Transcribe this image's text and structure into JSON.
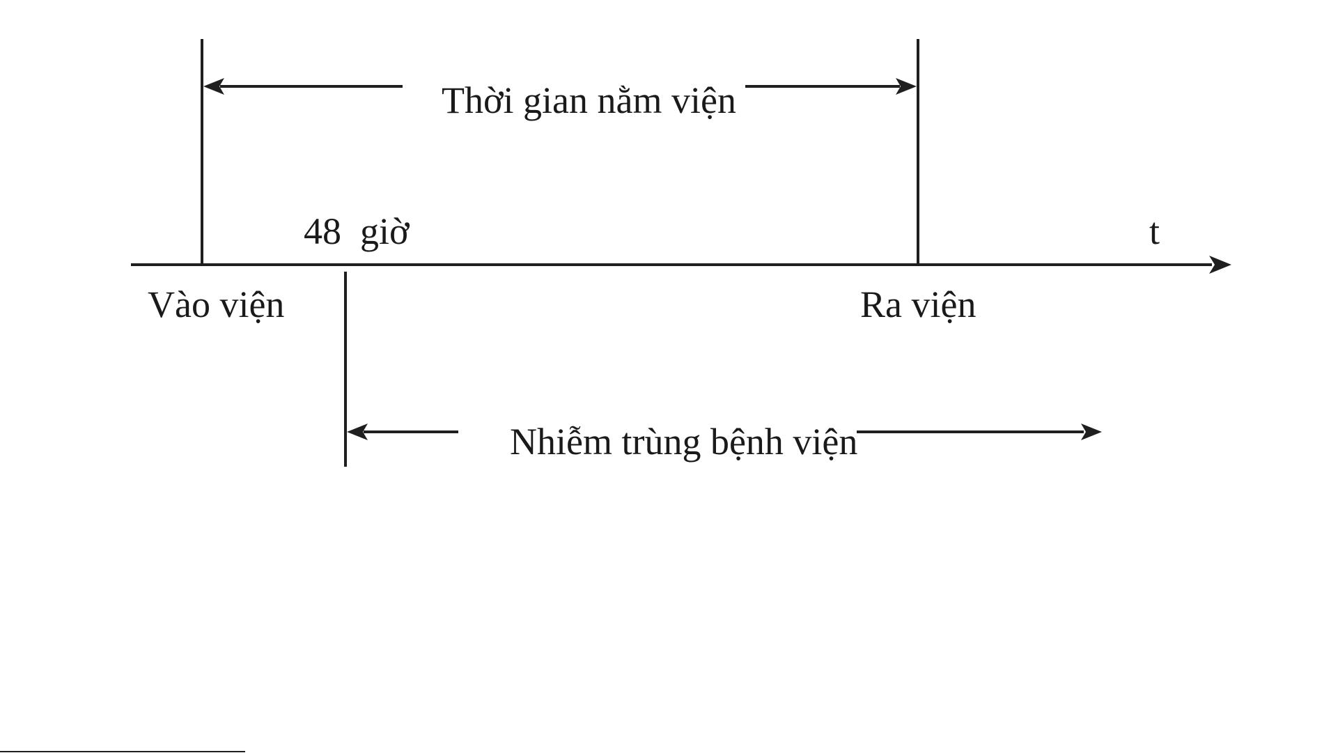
{
  "diagram": {
    "time_axis_label": "t",
    "hospital_stay_label": "Thời gian nằm viện",
    "threshold_label": "48  giờ",
    "admission_label": "Vào viện",
    "discharge_label": "Ra viện",
    "infection_label": "Nhiễm trùng bệnh viện"
  },
  "colors": {
    "line": "#1f1f1f",
    "text": "#1a1a1a",
    "background": "#ffffff"
  }
}
